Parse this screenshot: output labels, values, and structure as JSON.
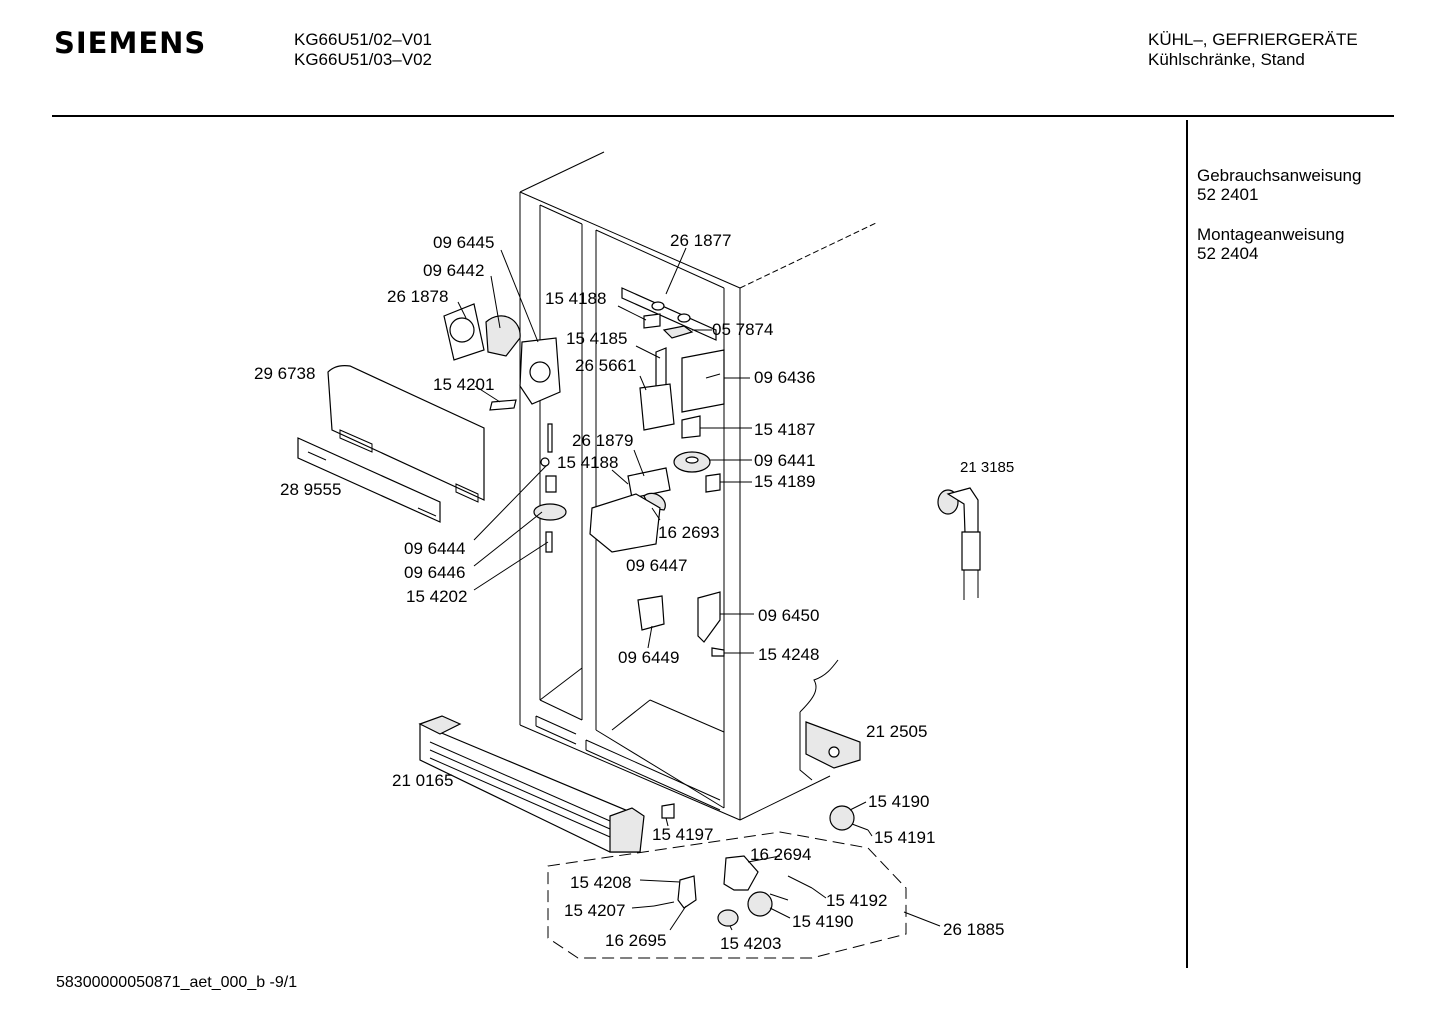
{
  "header": {
    "brand": "SIEMENS",
    "models": [
      "KG66U51/02–V01",
      "KG66U51/03–V02"
    ],
    "category": [
      "KÜHL–, GEFRIERGERÄTE",
      "Kühlschränke, Stand"
    ]
  },
  "documents": [
    {
      "title": "Gebrauchsanweisung",
      "number": "52 2401"
    },
    {
      "title": "Montageanweisung",
      "number": "52 2404"
    }
  ],
  "footer": {
    "code": "58300000050871_aet_000_b -9/1"
  },
  "labels": {
    "p096445": "09 6445",
    "p096442": "09 6442",
    "p261878": "26 1878",
    "p296738": "29 6738",
    "p154201": "15 4201",
    "p289555": "28 9555",
    "p261877": "26 1877",
    "p154188a": "15 4188",
    "p154185": "15 4185",
    "p057874": "05 7874",
    "p265661": "26 5661",
    "p096436": "09 6436",
    "p154187": "15 4187",
    "p261879": "26 1879",
    "p154188b": "15 4188",
    "p096441": "09 6441",
    "p154189": "15 4189",
    "p213185": "21 3185",
    "p162693": "16 2693",
    "p096444": "09 6444",
    "p096446": "09 6446",
    "p154202": "15 4202",
    "p096447": "09 6447",
    "p096450": "09 6450",
    "p096449": "09 6449",
    "p154248": "15 4248",
    "p212505": "21 2505",
    "p210165": "21 0165",
    "p154190a": "15 4190",
    "p154191": "15 4191",
    "p154197": "15 4197",
    "p162694": "16 2694",
    "p154208": "15 4208",
    "p154192": "15 4192",
    "p154207": "15 4207",
    "p154190b": "15 4190",
    "p261885": "26 1885",
    "p162695": "16 2695",
    "p154203": "15 4203"
  }
}
